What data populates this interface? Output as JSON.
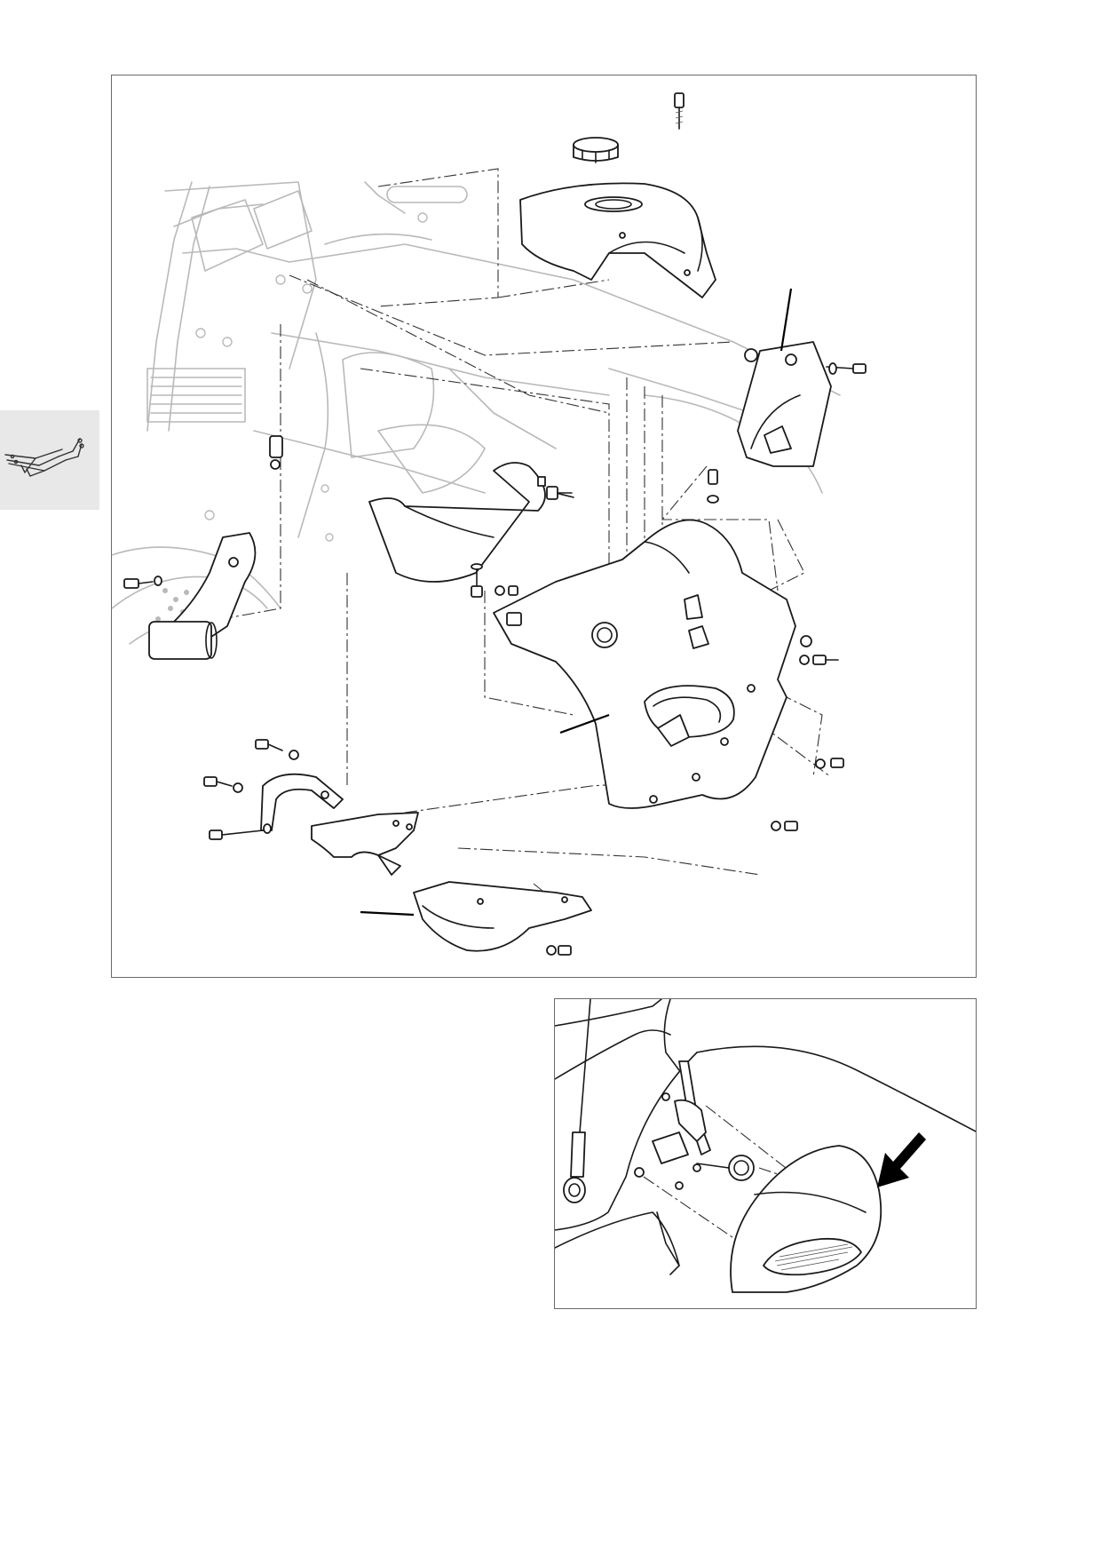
{
  "page": {
    "side_tab_icon": "motorcycle-frame-icon",
    "accent_color": "#000000",
    "ghost_color": "#b9b9b9",
    "tab_color": "#e8e8e8"
  },
  "figure_main": {
    "parts": [
      "fuel-tank-cover",
      "filler-cap",
      "right-upper-side-panel",
      "air-duct-left",
      "radiator-cover",
      "central-fairing-side-panel",
      "lower-belly-pan",
      "mounting-bracket",
      "heel-guard"
    ],
    "callout_lines": 4
  },
  "figure_detail": {
    "parts": [
      "indicator-lens",
      "indicator-bulb-holder",
      "mounting-screw"
    ],
    "arrow": "black-pointer-arrow"
  }
}
